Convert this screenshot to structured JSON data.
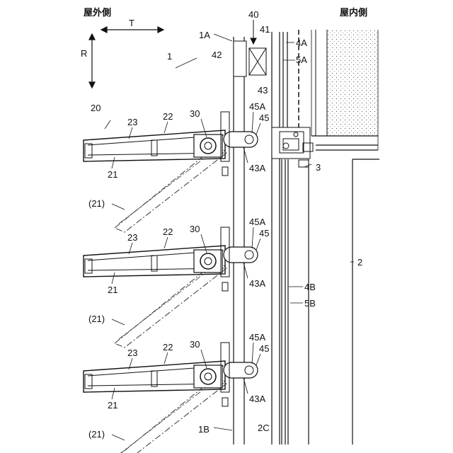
{
  "side_labels": {
    "outdoor": "屋外側",
    "indoor": "屋内側"
  },
  "axes": {
    "horizontal": "T",
    "vertical": "R"
  },
  "labels": {
    "l1": "1",
    "l1A": "1A",
    "l1B": "1B",
    "l2": "2",
    "l2C": "2C",
    "l3": "3",
    "l4A": "4A",
    "l4B": "4B",
    "l5A": "5A",
    "l5B": "5B",
    "l20": "20",
    "l40": "40",
    "l41": "41",
    "l42": "42",
    "l43": "43",
    "louvers": [
      {
        "l30": "30",
        "l22": "22",
        "l23": "23",
        "l21": "21",
        "l45A": "45A",
        "l45": "45",
        "l43A": "43A",
        "lp21": "(21)"
      },
      {
        "l30": "30",
        "l22": "22",
        "l23": "23",
        "l21": "21",
        "l45A": "45A",
        "l45": "45",
        "l43A": "43A",
        "lp21": "(21)"
      },
      {
        "l30": "30",
        "l22": "22",
        "l23": "23",
        "l21": "21",
        "l45A": "45A",
        "l45": "45",
        "l43A": "43A",
        "lp21": "(21)"
      }
    ]
  }
}
